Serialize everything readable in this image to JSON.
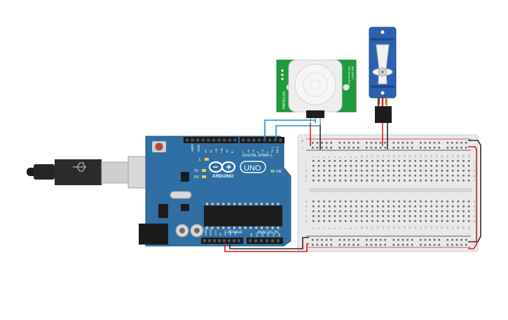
{
  "arduino": {
    "brand": "ARDUINO",
    "model": "UNO",
    "digital_label": "DIGITAL (PWM~)",
    "power_label": "POWER",
    "analog_label": "ANALOG IN",
    "on_label": "ON",
    "tx_label": "TX",
    "rx_label": "RX",
    "l_label": "L",
    "aref_label": "AREF",
    "gnd_label": "GND",
    "digital_pins": [
      "13",
      "12",
      "~11",
      "~10",
      "~9",
      "8",
      "7",
      "~6",
      "~5",
      "4",
      "~3",
      "2",
      "TX 1",
      "RX 0"
    ],
    "power_pins": [
      "IOREF",
      "RESET",
      "3.3V",
      "5V",
      "GND",
      "GND",
      "Vin"
    ],
    "analog_pins": [
      "A0",
      "A1",
      "A2",
      "A3",
      "A4",
      "A5"
    ]
  },
  "pir_sensor": {
    "brand": "PARALLAX",
    "part_number": "555-28027",
    "silkscreen": "PIR Sensor Rev B"
  },
  "breadboard": {
    "columns": [
      "1",
      "2",
      "3",
      "4",
      "5",
      "6",
      "7",
      "8",
      "9",
      "10",
      "11",
      "12",
      "13",
      "14",
      "15",
      "16",
      "17",
      "18",
      "19",
      "20",
      "21",
      "22",
      "23",
      "24",
      "25",
      "26",
      "27",
      "28",
      "29",
      "30"
    ],
    "rows_top": [
      "j",
      "i",
      "h",
      "g",
      "f"
    ],
    "rows_bottom": [
      "e",
      "d",
      "c",
      "b",
      "a"
    ],
    "rail_plus": "+",
    "rail_minus": "-"
  },
  "colors": {
    "board_blue": "#2f6fa3",
    "sensor_green": "#1f9a3c",
    "servo_blue": "#2a62b0",
    "wire_red": "#d0202a",
    "wire_black": "#2a2a2a",
    "wire_blue": "#1b8fd0"
  }
}
